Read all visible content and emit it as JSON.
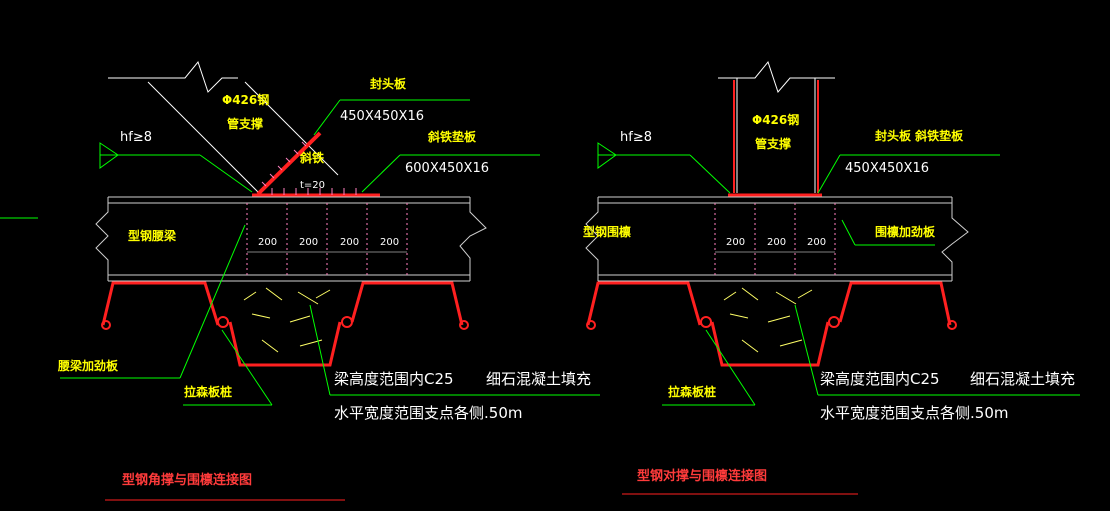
{
  "colors": {
    "background": "#000000",
    "steel": "#ff2020",
    "leader": "#00ff00",
    "beam_line": "#cfcfcf",
    "rebar": "#ff80c0",
    "label": "#ffff00",
    "text": "#ffffff",
    "concrete": "#ffff66"
  },
  "left_detail": {
    "pipe_label_1": "Φ426钢",
    "pipe_label_2": "管支撑",
    "cap_plate_label": "封头板",
    "cap_plate_size": "450X450X16",
    "wedge_pad_label": "斜铁垫板",
    "wedge_pad_size": "600X450X16",
    "wedge_label": "斜铁",
    "thickness_label": "t=20",
    "weld_label": "hf≥8",
    "beam_label": "型钢腰梁",
    "spacing": [
      "200",
      "200",
      "200",
      "200"
    ],
    "stiffener_label": "腰梁加劲板",
    "sheet_pile_label": "拉森板桩",
    "fill_note_1": "梁高度范围内C25",
    "fill_note_2": "细石混凝土填充",
    "fill_note_3": "水平宽度范围支点各侧.50m",
    "title": "型钢角撑与围檩连接图"
  },
  "right_detail": {
    "pipe_label_1": "Φ426钢",
    "pipe_label_2": "管支撑",
    "plates_label": "封头板 斜铁垫板",
    "plates_size": "450X450X16",
    "weld_label": "hf≥8",
    "beam_label": "型钢围檩",
    "spacing": [
      "200",
      "200",
      "200"
    ],
    "stiffener_label": "围檩加劲板",
    "sheet_pile_label": "拉森板桩",
    "fill_note_1": "梁高度范围内C25",
    "fill_note_2": "细石混凝土填充",
    "fill_note_3": "水平宽度范围支点各侧.50m",
    "title": "型钢对撑与围檩连接图"
  }
}
